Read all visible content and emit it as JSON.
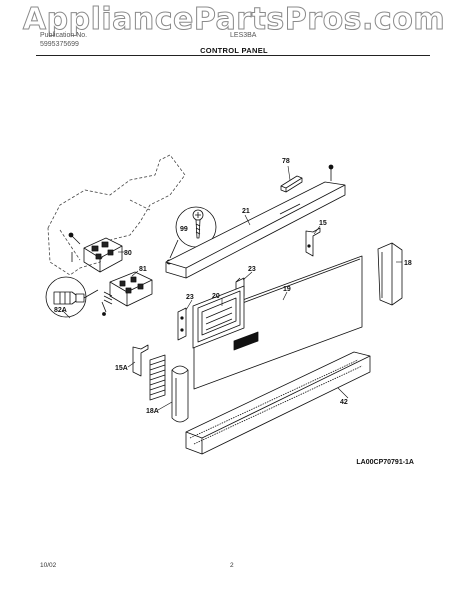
{
  "header": {
    "watermark": "AppliancePartsPros.com",
    "publication_label": "Publication No.",
    "publication_number": "5995375699",
    "model_label": "LE",
    "model_fragment": "S3",
    "model_suffix": "BA",
    "section_title": "CONTROL PANEL"
  },
  "diagram": {
    "part_labels": [
      "78",
      "21",
      "15",
      "99",
      "18",
      "80",
      "81",
      "23",
      "20",
      "19",
      "23",
      "82A",
      "15A",
      "18A",
      "42"
    ],
    "reference": "LA00CP70791-1A"
  },
  "footer": {
    "date": "10/02",
    "page": "2"
  },
  "colors": {
    "ink": "#111111",
    "watermark": "#8a8a8a"
  }
}
